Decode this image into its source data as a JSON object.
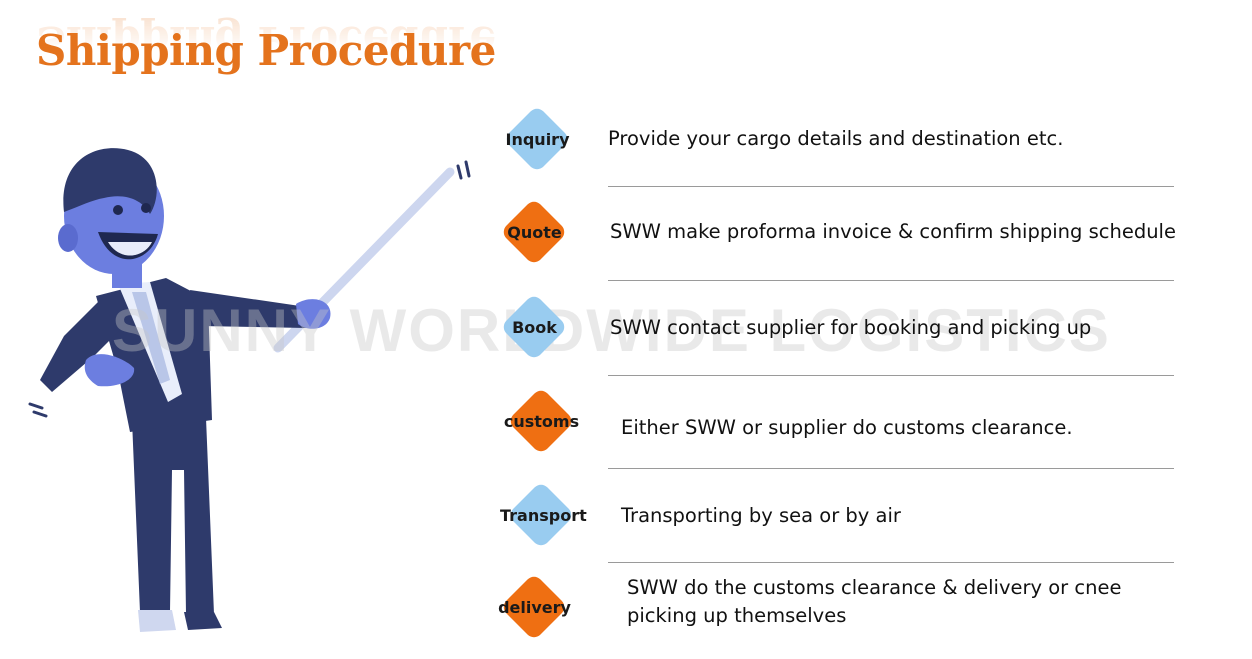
{
  "title": "Shipping Procedure",
  "watermark": "SUNNY WORLDWIDE LOGISTICS",
  "colors": {
    "title": "#e4731d",
    "blue_step": "#99ccf0",
    "orange_step": "#ef6f12",
    "suit": "#2e3a6b",
    "skin": "#6c7ee0"
  },
  "steps": [
    {
      "label": "Inquiry",
      "color": "blue",
      "description": "Provide your cargo details and destination etc."
    },
    {
      "label": "Quote",
      "color": "orange",
      "description": "SWW make proforma invoice & confirm shipping schedule"
    },
    {
      "label": "Book",
      "color": "blue",
      "description": "SWW contact supplier for booking and picking up"
    },
    {
      "label": "customs",
      "color": "orange",
      "description": "Either SWW or supplier do customs clearance."
    },
    {
      "label": "Transport",
      "color": "blue",
      "description": "Transporting by sea or by air"
    },
    {
      "label": "delivery",
      "color": "orange",
      "description_line1": "SWW do the customs clearance & delivery or cnee",
      "description_line2": "picking up themselves"
    }
  ]
}
